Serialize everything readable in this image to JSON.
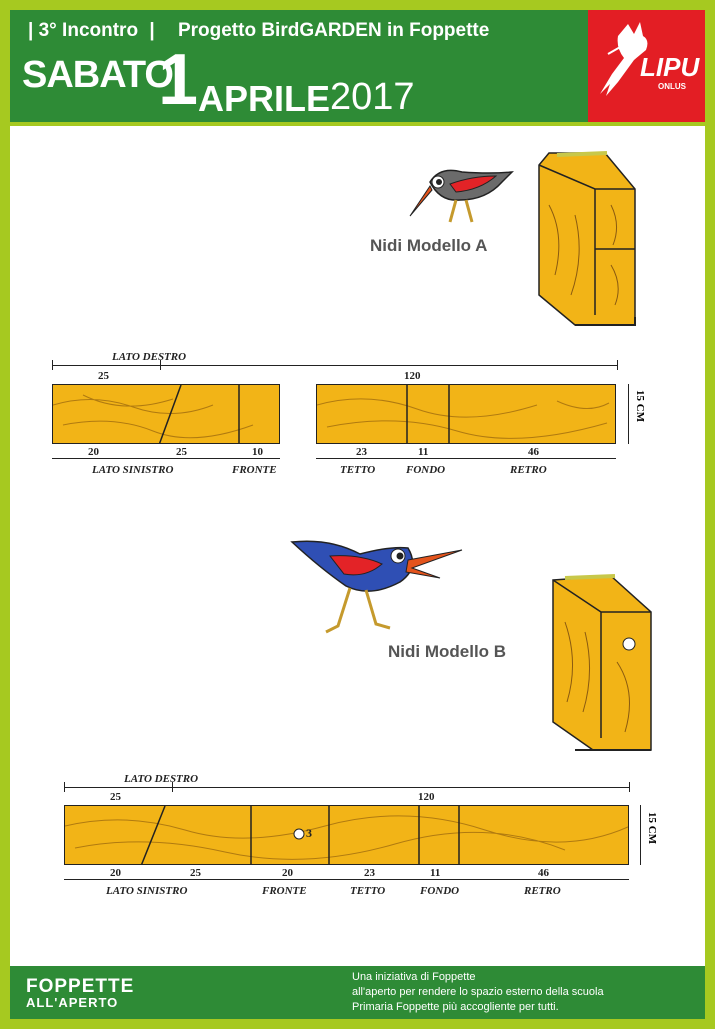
{
  "header": {
    "incontro": "3° Incontro",
    "separator": "|",
    "project": "Progetto BirdGARDEN in Foppette",
    "weekday": "SABATO",
    "day": "1",
    "month": "APRILE",
    "year": "2017"
  },
  "logo": {
    "name": "LIPU",
    "sub": "ONLUS"
  },
  "model_a": {
    "label": "Nidi Modello A",
    "top_label": "LATO DESTRO",
    "top_num_left": "25",
    "top_num_total": "120",
    "height_label": "15 CM",
    "segments_left": [
      {
        "num": "20",
        "label": "LATO SINISTRO"
      },
      {
        "num": "25",
        "label": ""
      },
      {
        "num": "10",
        "label": "FRONTE"
      }
    ],
    "segments_right": [
      {
        "num": "23",
        "label": "TETTO"
      },
      {
        "num": "11",
        "label": "FONDO"
      },
      {
        "num": "46",
        "label": "RETRO"
      }
    ]
  },
  "model_b": {
    "label": "Nidi  Modello B",
    "top_label": "LATO DESTRO",
    "top_num_left": "25",
    "top_num_total": "120",
    "height_label": "15 CM",
    "hole_label": "3",
    "segments": [
      {
        "num": "20",
        "label": "LATO SINISTRO"
      },
      {
        "num": "25",
        "label": ""
      },
      {
        "num": "20",
        "label": "FRONTE"
      },
      {
        "num": "23",
        "label": "TETTO"
      },
      {
        "num": "11",
        "label": "FONDO"
      },
      {
        "num": "46",
        "label": "RETRO"
      }
    ]
  },
  "footer": {
    "brand1": "FOPPETTE",
    "brand2": "ALL'APERTO",
    "line1": "Una iniziativa di Foppette",
    "line2": "all'aperto per rendere lo spazio esterno della scuola",
    "line3": "Primaria Foppette più accogliente per tutti."
  },
  "colors": {
    "green": "#2e8b36",
    "lime": "#a6c920",
    "red": "#e31e24",
    "wood": "#f2b417"
  }
}
